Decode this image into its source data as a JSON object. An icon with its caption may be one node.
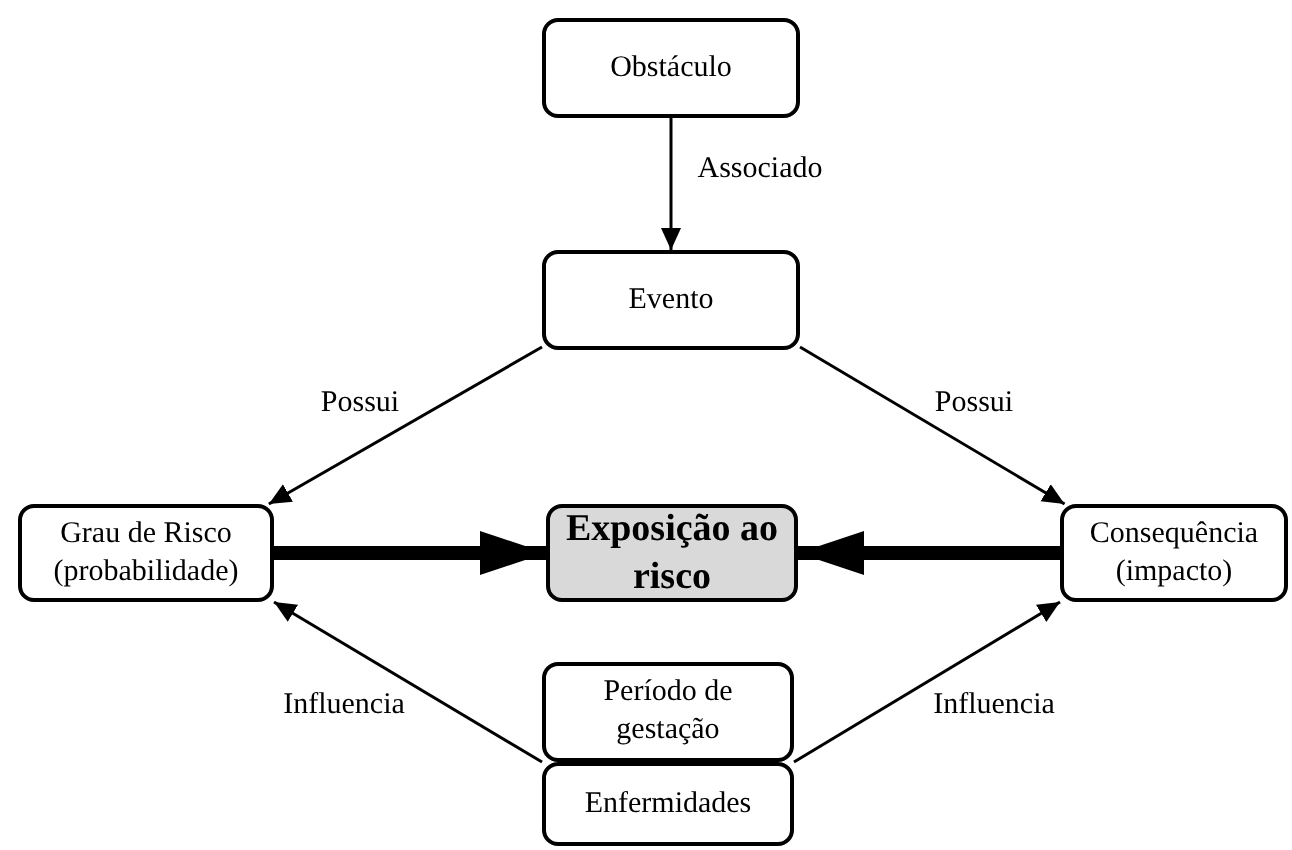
{
  "diagram": {
    "nodes": [
      {
        "text": [
          "Obstáculo"
        ]
      },
      {
        "text": [
          "Evento"
        ]
      },
      {
        "text": [
          "Grau de Risco (probabilidade)"
        ]
      },
      {
        "text": [
          "Exposição ao risco"
        ]
      },
      {
        "text": [
          "Consequência (impacto)"
        ]
      },
      {
        "text": [
          "Período de gestação"
        ]
      },
      {
        "text": [
          "Enfermidades"
        ]
      }
    ],
    "edges": [
      {
        "from": 0,
        "to": 1,
        "arrow": "to",
        "label": "Associado"
      },
      {
        "from": 1,
        "to": 2,
        "arrow": "to",
        "label": "Possui"
      },
      {
        "from": 1,
        "to": 4,
        "arrow": "to",
        "label": "Possui"
      },
      {
        "from": 2,
        "to": 3,
        "arrow": "to",
        "style": "thick"
      },
      {
        "from": 4,
        "to": 3,
        "arrow": "to",
        "style": "thick"
      },
      {
        "from": 5,
        "to": 2,
        "arrow": "to",
        "label": "Influencia"
      },
      {
        "from": 5,
        "to": 4,
        "arrow": "to",
        "label": "Influencia"
      }
    ]
  }
}
